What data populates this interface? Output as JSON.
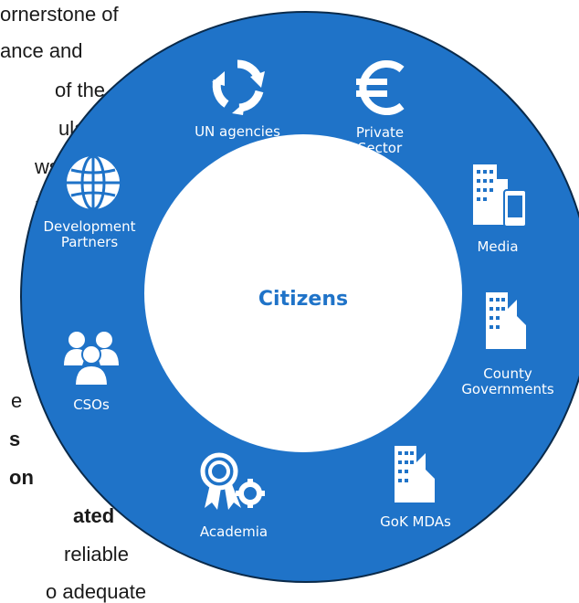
{
  "background_text": {
    "line1": "ornerstone of",
    "line2": "ance and",
    "line3": "of the",
    "line4": "ular",
    "line5": "ws",
    "line6": "n",
    "line7": "e",
    "line8": "s",
    "line9": "on",
    "line10": "ated",
    "line11": "reliable",
    "line12": "o adequate"
  },
  "diagram": {
    "center": "Citizens",
    "ring_color": "#1f73c8",
    "stakeholders": [
      {
        "label": "UN agencies",
        "icon": "refresh-cycle-icon"
      },
      {
        "label": "Private\nSector",
        "icon": "euro-icon"
      },
      {
        "label": "Media",
        "icon": "buildings-phone-icon"
      },
      {
        "label": "County\nGovernments",
        "icon": "buildings-icon"
      },
      {
        "label": "GoK MDAs",
        "icon": "buildings-icon"
      },
      {
        "label": "Academia",
        "icon": "award-gear-icon"
      },
      {
        "label": "CSOs",
        "icon": "people-group-icon"
      },
      {
        "label": "Development\nPartners",
        "icon": "globe-icon"
      }
    ]
  }
}
